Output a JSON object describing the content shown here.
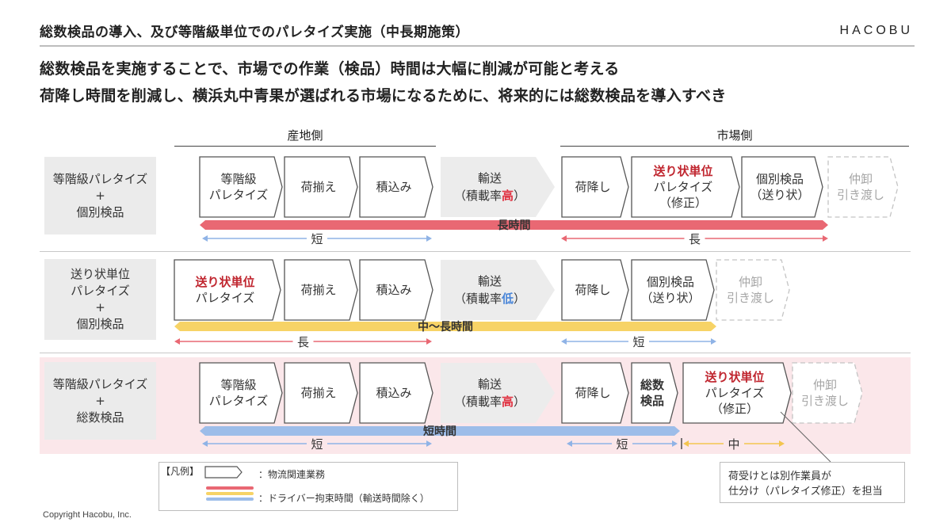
{
  "header": {
    "title": "総数検品の導入、及び等階級単位でのパレタイズ実施（中長期施策）",
    "logo": "HACOBU"
  },
  "messages": [
    "総数検品を実施することで、市場での作業（検品）時間は大幅に削減が可能と考える",
    "荷降し時間を削減し、横浜丸中青果が選ばれる市場になるために、将来的には総数検品を導入すべき"
  ],
  "columns": {
    "origin": "産地側",
    "market": "市場側"
  },
  "rows": [
    {
      "label": [
        "等階級パレタイズ",
        "+",
        "個別検品"
      ],
      "steps": [
        {
          "lines": [
            "等階級",
            "パレタイズ"
          ],
          "style": "box"
        },
        {
          "lines": [
            "荷揃え"
          ],
          "style": "box"
        },
        {
          "lines": [
            "積込み"
          ],
          "style": "box"
        },
        {
          "lines": [
            "輸送",
            "（積載率",
            "高",
            "）"
          ],
          "style": "transport",
          "highlight": "高",
          "highlight_color": "#e0303f"
        },
        {
          "lines": [
            "荷降し"
          ],
          "style": "box"
        },
        {
          "lines": [
            "送り状単位",
            "パレタイズ",
            "（修正）"
          ],
          "style": "box",
          "red_first": true
        },
        {
          "lines": [
            "個別検品",
            "（送り状）"
          ],
          "style": "box"
        },
        {
          "lines": [
            "仲卸",
            "引き渡し"
          ],
          "style": "dashed"
        }
      ],
      "bar_label": "長時間",
      "bar_color": "#e96873",
      "arrows": [
        {
          "label": "短",
          "color": "#8fb3e6"
        },
        {
          "label": "長",
          "color": "#e96873"
        }
      ]
    },
    {
      "label": [
        "送り状単位",
        "パレタイズ",
        "+",
        "個別検品"
      ],
      "steps": [
        {
          "lines": [
            "送り状単位",
            "パレタイズ"
          ],
          "style": "box",
          "red_first": true
        },
        {
          "lines": [
            "荷揃え"
          ],
          "style": "box"
        },
        {
          "lines": [
            "積込み"
          ],
          "style": "box"
        },
        {
          "lines": [
            "輸送",
            "（積載率",
            "低",
            "）"
          ],
          "style": "transport",
          "highlight": "低",
          "highlight_color": "#4a86d8"
        },
        {
          "lines": [
            "荷降し"
          ],
          "style": "box"
        },
        {
          "lines": [
            "個別検品",
            "（送り状）"
          ],
          "style": "box"
        },
        {
          "lines": [
            "仲卸",
            "引き渡し"
          ],
          "style": "dashed"
        }
      ],
      "bar_label": "中～長時間",
      "bar_color": "#f7d366",
      "arrows": [
        {
          "label": "長",
          "color": "#e96873"
        },
        {
          "label": "短",
          "color": "#8fb3e6"
        }
      ]
    },
    {
      "label": [
        "等階級パレタイズ",
        "+",
        "総数検品"
      ],
      "steps": [
        {
          "lines": [
            "等階級",
            "パレタイズ"
          ],
          "style": "box"
        },
        {
          "lines": [
            "荷揃え"
          ],
          "style": "box"
        },
        {
          "lines": [
            "積込み"
          ],
          "style": "box"
        },
        {
          "lines": [
            "輸送",
            "（積載率",
            "高",
            "）"
          ],
          "style": "transport",
          "highlight": "高",
          "highlight_color": "#e0303f"
        },
        {
          "lines": [
            "荷降し"
          ],
          "style": "box"
        },
        {
          "lines": [
            "総数",
            "検品"
          ],
          "style": "box",
          "bold": true
        },
        {
          "lines": [
            "送り状単位",
            "パレタイズ",
            "（修正）"
          ],
          "style": "box",
          "red_first": true
        },
        {
          "lines": [
            "仲卸",
            "引き渡し"
          ],
          "style": "dashed"
        }
      ],
      "bar_label": "短時間",
      "bar_color": "#9dbde9",
      "arrows": [
        {
          "label": "短",
          "color": "#8fb3e6"
        },
        {
          "label": "短",
          "color": "#8fb3e6"
        },
        {
          "label": "中",
          "color": "#f3c54f"
        }
      ]
    }
  ],
  "legend": {
    "title": "【凡例】",
    "shape_label": "：物流関連業務",
    "lines_label": "：ドライバー拘束時間（輸送時間除く）",
    "colors": [
      "#e96873",
      "#f7d366",
      "#9dbde9"
    ]
  },
  "note": {
    "lines": [
      "荷受けとは別作業員が",
      "仕分け（パレタイズ修正）を担当"
    ]
  },
  "footer": {
    "copyright": "Copyright Hacobu, Inc."
  }
}
